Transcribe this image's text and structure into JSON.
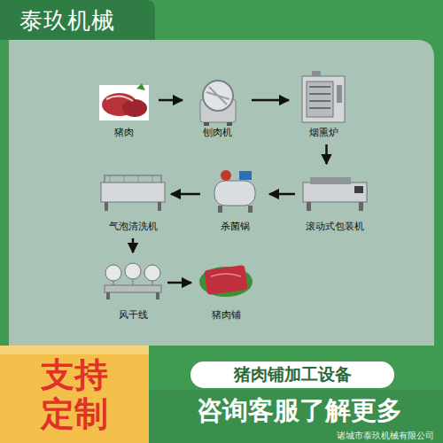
{
  "diagram": {
    "title": "泰玖机械",
    "nodes": [
      {
        "text": [
          "猪肉"
        ]
      },
      {
        "text": [
          "刨肉机"
        ]
      },
      {
        "text": [
          "烟熏炉"
        ]
      },
      {
        "text": [
          "滚动式包装机"
        ]
      },
      {
        "text": [
          "杀菌锅"
        ]
      },
      {
        "text": [
          "气泡清洗机"
        ]
      },
      {
        "text": [
          "风干线"
        ]
      },
      {
        "text": [
          "猪肉铺"
        ]
      },
      {
        "text": [
          "支持 定制"
        ]
      },
      {
        "text": [
          "猪肉铺加工设备"
        ]
      },
      {
        "text": [
          "咨询客服了解更多"
        ]
      }
    ],
    "edges": [
      {
        "from": 0,
        "to": 1,
        "arrow": "to"
      },
      {
        "from": 1,
        "to": 2,
        "arrow": "to"
      },
      {
        "from": 2,
        "to": 3,
        "arrow": "to"
      },
      {
        "from": 3,
        "to": 4,
        "arrow": "to"
      },
      {
        "from": 4,
        "to": 5,
        "arrow": "to"
      },
      {
        "from": 5,
        "to": 6,
        "arrow": "to"
      },
      {
        "from": 6,
        "to": 7,
        "arrow": "to"
      }
    ],
    "labels": [
      "诸城市泰玖机械有限公司"
    ]
  }
}
